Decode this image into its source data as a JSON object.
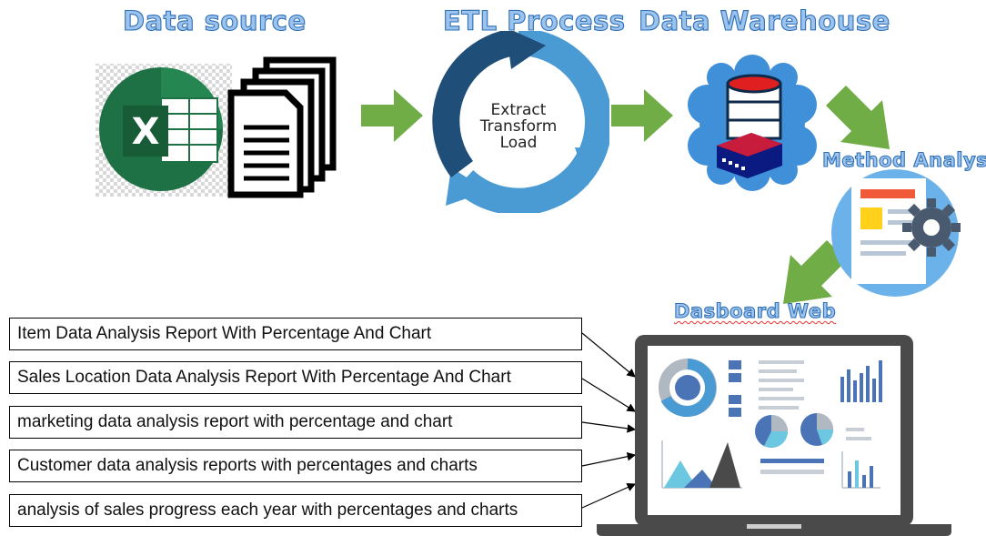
{
  "stages": {
    "data_source": "Data source",
    "etl_process": "ETL Process",
    "data_warehouse": "Data Warehouse",
    "method_analysis": "Method Analysis",
    "dashboard_web": "Dasboard Web"
  },
  "etl_cycle": {
    "line1": "Extract",
    "line2": "Transform",
    "line3": "Load"
  },
  "excel_icon_letter": "X",
  "reports": [
    "Item Data Analysis Report With Percentage And Chart",
    "Sales Location Data Analysis Report With Percentage And Chart",
    "marketing data analysis report with percentage and chart",
    "Customer data analysis reports with percentages and charts",
    "analysis of sales progress each year with percentages and charts"
  ],
  "colors": {
    "heading_fill": "#9cc3ee",
    "heading_stroke": "#2e6fb5",
    "arrow_green": "#70ad47",
    "excel_green": "#1e7145",
    "etl_dark": "#1f4e79",
    "etl_light": "#4a9ad4",
    "warehouse_cloud": "#3f8fd9",
    "db_red": "#e02020"
  }
}
